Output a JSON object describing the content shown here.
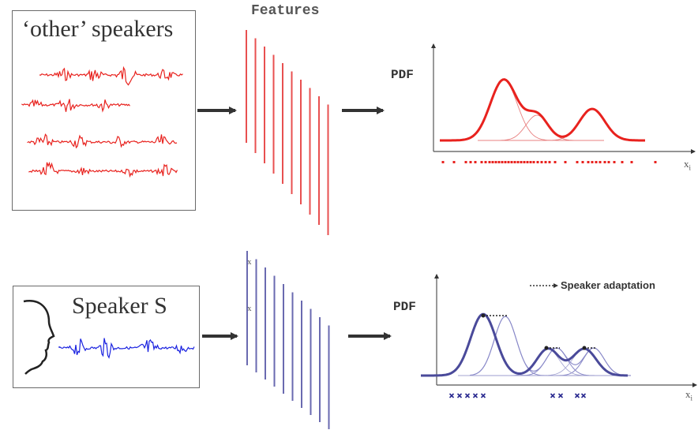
{
  "top": {
    "box_title": "‘other’ speakers",
    "features_title": "Features",
    "pdf_label": "PDF",
    "axis_symbol": "xi",
    "color": "#e8221e",
    "feature_color": "#e85050"
  },
  "bottom": {
    "box_title": "Speaker S",
    "pdf_label": "PDF",
    "axis_symbol": "xi",
    "feature_tick_1": "x",
    "feature_tick_2": "x",
    "legend_label": "Speaker adaptation",
    "color": "#1a22e0",
    "curve_color": "#4a4a9a",
    "feature_color": "#6a6ab0"
  }
}
